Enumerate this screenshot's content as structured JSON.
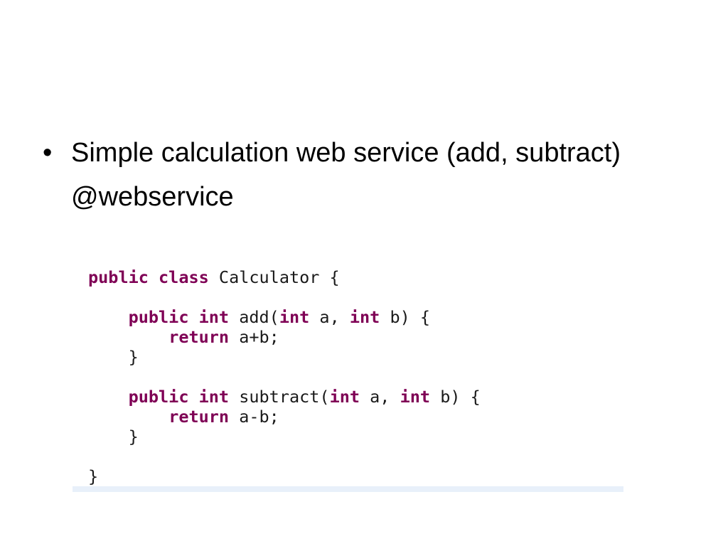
{
  "slide": {
    "bullet": {
      "glyph": "•",
      "text": "Simple calculation web service (add, subtract)"
    },
    "annotation": "@webservice"
  },
  "code_image": {
    "keyword_color": "#7f0055",
    "text_color": "#1a1a1a",
    "lines": [
      [
        {
          "t": "public class",
          "kw": true
        },
        {
          "t": " Calculator {",
          "kw": false
        }
      ],
      [],
      [
        {
          "t": "    ",
          "kw": false
        },
        {
          "t": "public int",
          "kw": true
        },
        {
          "t": " add(",
          "kw": false
        },
        {
          "t": "int",
          "kw": true
        },
        {
          "t": " a, ",
          "kw": false
        },
        {
          "t": "int",
          "kw": true
        },
        {
          "t": " b) {",
          "kw": false
        }
      ],
      [
        {
          "t": "        ",
          "kw": false
        },
        {
          "t": "return",
          "kw": true
        },
        {
          "t": " a+b;",
          "kw": false
        }
      ],
      [
        {
          "t": "    }",
          "kw": false
        }
      ],
      [],
      [
        {
          "t": "    ",
          "kw": false
        },
        {
          "t": "public int",
          "kw": true
        },
        {
          "t": " subtract(",
          "kw": false
        },
        {
          "t": "int",
          "kw": true
        },
        {
          "t": " a, ",
          "kw": false
        },
        {
          "t": "int",
          "kw": true
        },
        {
          "t": " b) {",
          "kw": false
        }
      ],
      [
        {
          "t": "        ",
          "kw": false
        },
        {
          "t": "return",
          "kw": true
        },
        {
          "t": " a-b;",
          "kw": false
        }
      ],
      [
        {
          "t": "    }",
          "kw": false
        }
      ],
      [],
      [
        {
          "t": "}",
          "kw": false
        }
      ]
    ]
  }
}
